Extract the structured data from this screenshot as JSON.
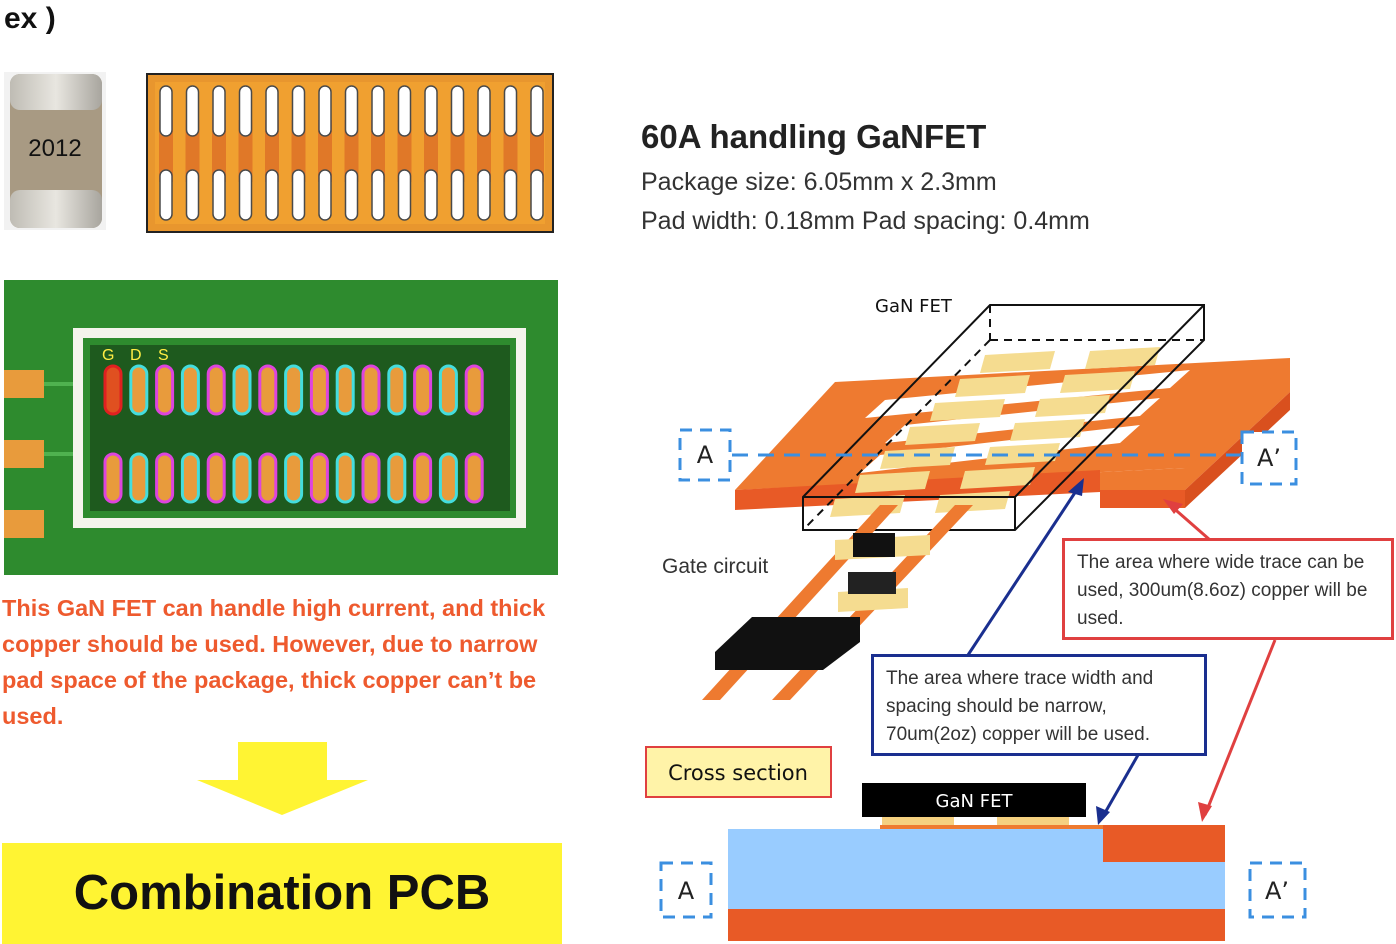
{
  "heading": "ex )",
  "capacitor": {
    "label": "2012"
  },
  "pad_labels": {
    "g": "G",
    "d": "D",
    "s": "S"
  },
  "warning": "This GaN FET can handle high current, and thick copper should be used. However, due to narrow pad space of the package, thick copper can’t be used.",
  "combination_label": "Combination PCB",
  "spec": {
    "title": "60A handling GaNFET",
    "package_size": "Package size: 6.05mm x 2.3mm",
    "pad_info": "Pad width: 0.18mm  Pad spacing: 0.4mm"
  },
  "iso": {
    "fet_label": "GaN FET",
    "gate_label": "Gate circuit",
    "marker_a": "A",
    "marker_a_prime": "A’"
  },
  "callouts": {
    "wide": "The area where wide trace can be used, 300um(8.6oz) copper will be used.",
    "narrow": "The area where trace width and spacing should be narrow, 70um(2oz) copper will be used."
  },
  "cross_section": {
    "label": "Cross section",
    "fet_label": "GaN FET",
    "marker_a": "A",
    "marker_a_prime": "A’"
  },
  "colors": {
    "copper_orange": "#ee7a30",
    "warning_text": "#ee5a2e",
    "highlight_yellow": "#fff433",
    "board_green": "#2e8b2e",
    "pad_gold": "#e89b3c",
    "marker_blue": "#3b8fe0",
    "callout_red": "#e04040",
    "callout_navy": "#1a2f8f",
    "substrate_blue": "#99ccff"
  }
}
